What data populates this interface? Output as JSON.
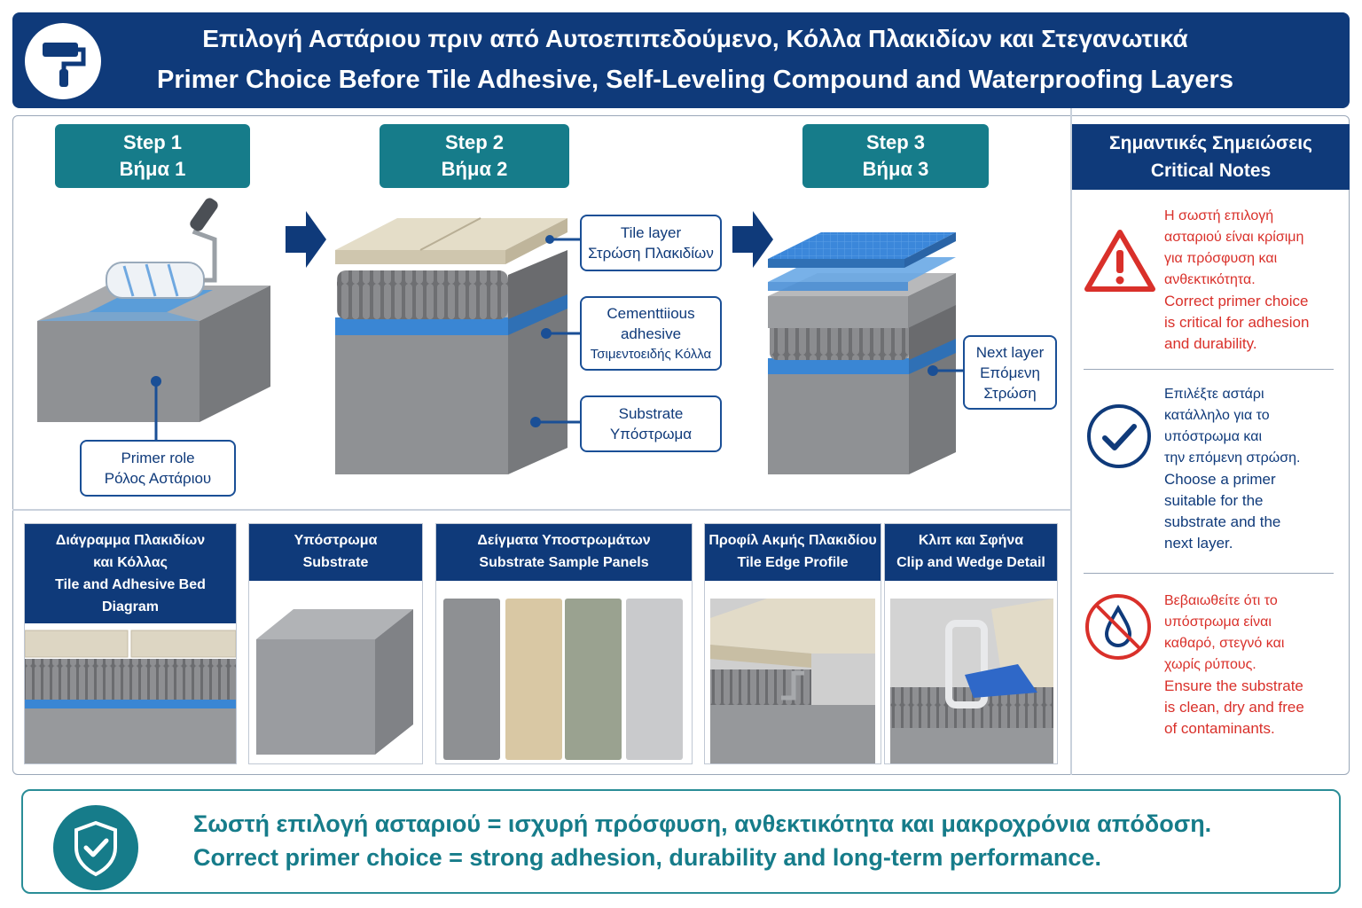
{
  "header": {
    "title_gr": "Επιλογή Αστάριου πριν από Αυτοεπιπεδούμενο, Κόλλα Πλακιδίων και Στεγανωτικά",
    "title_en": "Primer Choice Before Tile Adhesive, Self-Leveling Compound and Waterproofing Layers",
    "icon": "paint-roller-icon"
  },
  "steps": [
    {
      "en": "Step 1",
      "gr": "Βήμα 1"
    },
    {
      "en": "Step 2",
      "gr": "Βήμα 2"
    },
    {
      "en": "Step 3",
      "gr": "Βήμα 3"
    }
  ],
  "callouts": {
    "primer": {
      "en": "Primer role",
      "gr": "Ρόλος Αστάριου"
    },
    "tile": {
      "en": "Tile layer",
      "gr": "Στρώση Πλακιδίων"
    },
    "adhesive": {
      "en1": "Cementtiious",
      "en2": "adhesive",
      "gr": "Τσιμεντοειδής Κόλλα"
    },
    "substrate": {
      "en": "Substrate",
      "gr": "Υπόστρωμα"
    },
    "next": {
      "en": "Next layer",
      "gr1": "Επόμενη",
      "gr2": "Στρώση"
    }
  },
  "notes": {
    "title_gr": "Σημαντικές Σημειώσεις",
    "title_en": "Critical Notes",
    "items": [
      {
        "icon": "warning-icon",
        "gr": [
          "Η σωστή επιλογή",
          "ασταριού είναι κρίσιμη",
          "για πρόσφυση και",
          "ανθεκτικότητα."
        ],
        "en": [
          "Correct primer choice",
          "is critical for adhesion",
          "and durability."
        ]
      },
      {
        "icon": "check-circle-icon",
        "gr": [
          "Επιλέξτε αστάρι",
          "κατάλληλο για το",
          "υπόστρωμα και",
          "την επόμενη στρώση."
        ],
        "en": [
          "Choose a primer",
          "suitable for the",
          "substrate and the",
          "next layer."
        ]
      },
      {
        "icon": "no-water-icon",
        "gr": [
          "Βεβαιωθείτε ότι το",
          "υπόστρωμα είναι",
          "καθαρό, στεγνό και",
          "χωρίς ρύπους."
        ],
        "en": [
          "Ensure the substrate",
          "is clean, dry and free",
          "of contaminants."
        ]
      }
    ]
  },
  "panels": [
    {
      "lines": [
        "Διάγραμμα Πλακιδίων",
        "και Κόλλας",
        "Tile and Adhesive Bed",
        "Diagram"
      ]
    },
    {
      "lines": [
        "Υπόστρωμα",
        "Substrate"
      ]
    },
    {
      "lines": [
        "Δείγματα Υποστρωμάτων",
        "Substrate Sample Panels"
      ]
    },
    {
      "lines": [
        "Προφίλ Ακμής Πλακιδίου",
        "Tile Edge Profile"
      ]
    },
    {
      "lines": [
        "Κλιπ και Σφήνα",
        "Clip and Wedge Detail"
      ]
    }
  ],
  "footer": {
    "line_gr": "Σωστή επιλογή ασταριού  =  ισχυρή πρόσφυση, ανθεκτικότητα και μακροχρόνια απόδοση.",
    "line_en": "Correct primer choice  =  strong adhesion, durability and long-term performance.",
    "icon": "shield-check-icon"
  },
  "colors": {
    "navy": "#0f3a7a",
    "teal": "#167c8a",
    "primer_blue": "#3a86d4",
    "concrete": "#9a9c9f",
    "tile_beige": "#ddd6c3",
    "alert_red": "#d9302a"
  }
}
